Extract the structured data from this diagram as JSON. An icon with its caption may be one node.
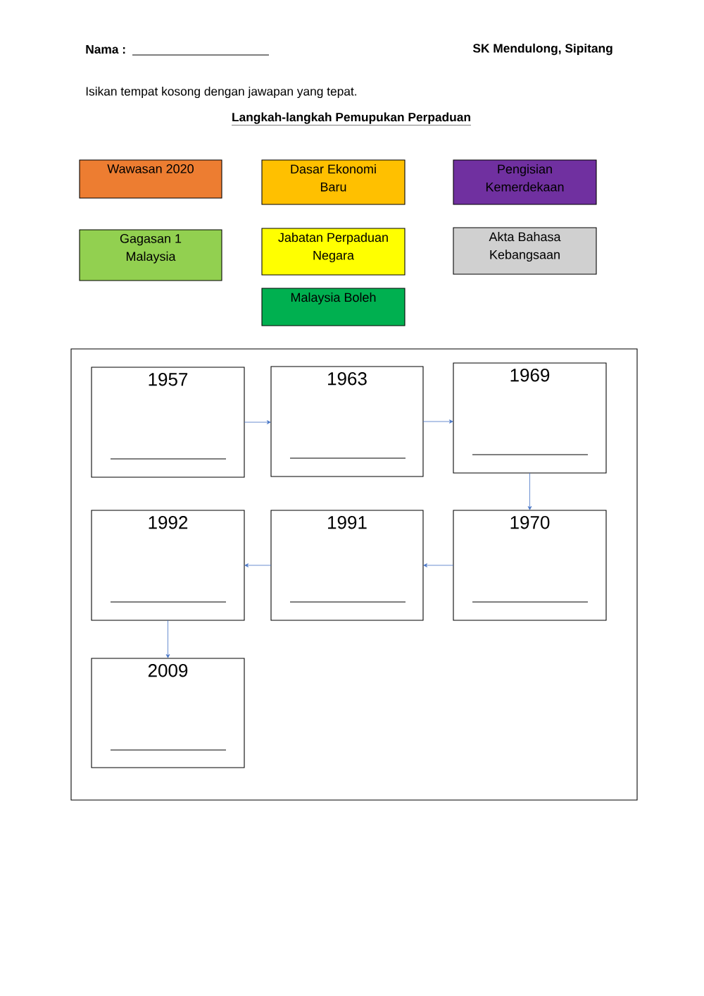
{
  "diagram": {
    "title": "Langkah-langkah Pemupukan Perpaduan",
    "nodes": [
      {
        "text": [
          "Wawasan 2020"
        ]
      },
      {
        "text": [
          "Dasar Ekonomi Baru"
        ]
      },
      {
        "text": [
          "Pengisian Kemerdekaan"
        ]
      },
      {
        "text": [
          "Gagasan 1 Malaysia"
        ]
      },
      {
        "text": [
          "Jabatan Perpaduan Negara"
        ]
      },
      {
        "text": [
          "Akta Bahasa Kebangsaan"
        ]
      },
      {
        "text": [
          "Malaysia Boleh"
        ]
      },
      {
        "text": [],
        "shape": "box"
      },
      {
        "text": [
          "1957"
        ],
        "in": 7
      },
      {
        "text": [
          "1963"
        ],
        "in": 7
      },
      {
        "text": [
          "1969"
        ],
        "in": 7
      },
      {
        "text": [
          "1992"
        ],
        "in": 7
      },
      {
        "text": [
          "1991"
        ],
        "in": 7
      },
      {
        "text": [
          "1970"
        ],
        "in": 7
      },
      {
        "text": [
          "2009"
        ],
        "in": 7
      }
    ],
    "edges": [
      {
        "from": 8,
        "to": 9,
        "arrow": "to"
      },
      {
        "from": 9,
        "to": 10,
        "arrow": "to"
      },
      {
        "from": 10,
        "to": 13,
        "arrow": "to"
      },
      {
        "from": 13,
        "to": 12,
        "arrow": "to"
      },
      {
        "from": 12,
        "to": 11,
        "arrow": "to"
      },
      {
        "from": 11,
        "to": 14,
        "arrow": "to"
      }
    ],
    "labels": [
      "Nama :",
      "SK Mendulong, Sipitang",
      "Isikan tempat kosong dengan jawapan yang tepat."
    ]
  }
}
